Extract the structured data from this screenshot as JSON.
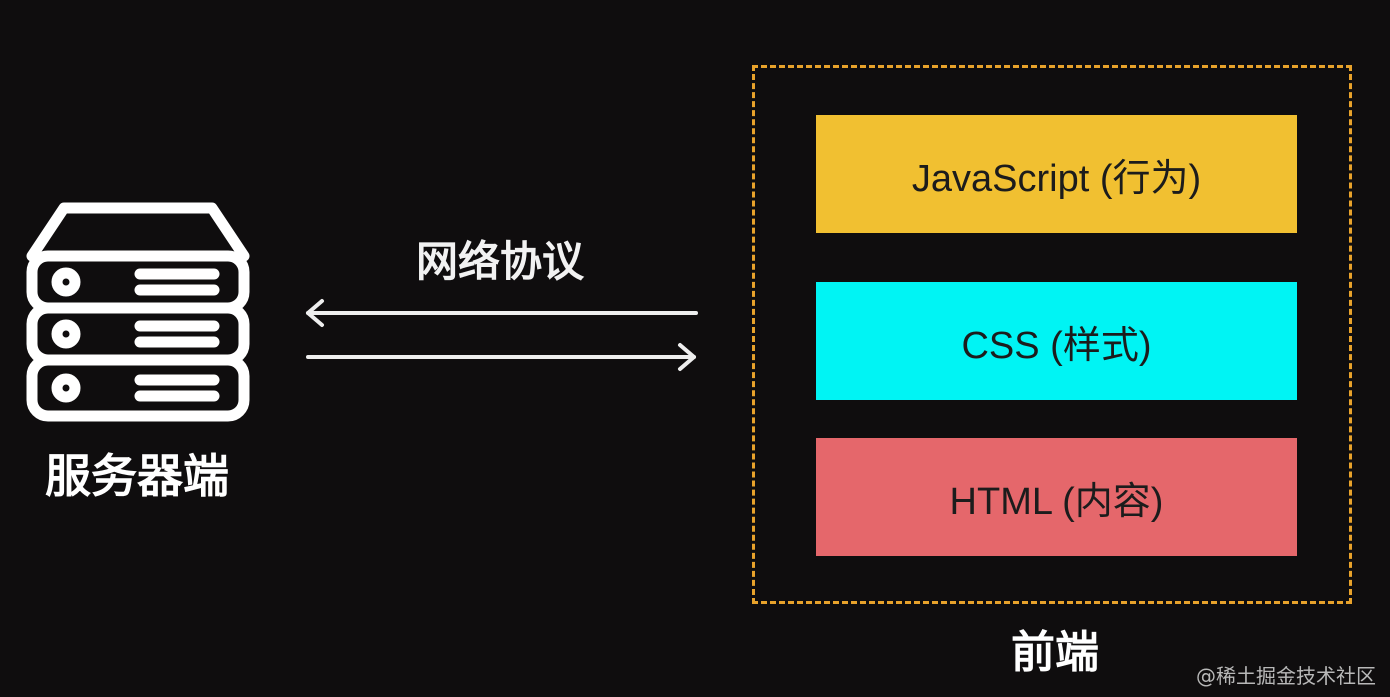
{
  "server": {
    "label": "服务器端",
    "icon": "server-icon"
  },
  "protocol": {
    "label": "网络协议",
    "icon": "bidirectional-arrows-icon"
  },
  "frontend": {
    "label": "前端",
    "frame_color": "#e8a22b",
    "layers": [
      {
        "label": "JavaScript (行为)",
        "color": "#f1c031"
      },
      {
        "label": "CSS (样式)",
        "color": "#00f4f4"
      },
      {
        "label": "HTML (内容)",
        "color": "#e5676b"
      }
    ]
  },
  "watermark": "@稀土掘金技术社区"
}
